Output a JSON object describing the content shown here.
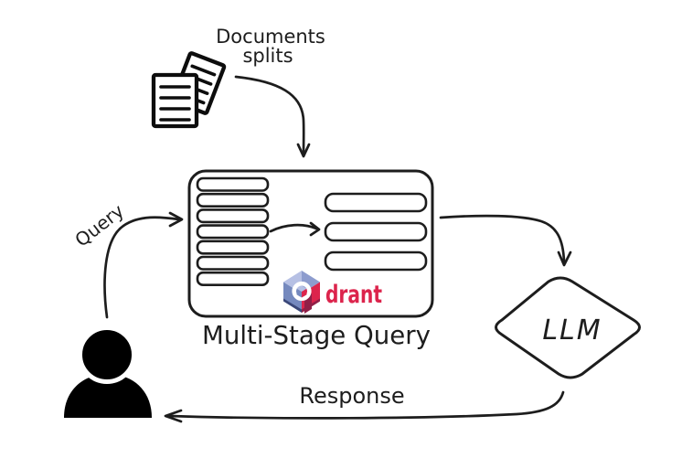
{
  "diagram": {
    "labels": {
      "documents_line1": "Documents",
      "documents_line2": "splits",
      "query": "Query",
      "box_caption": "Multi-Stage Query",
      "llm": "LLM",
      "response": "Response"
    },
    "qdrant": {
      "wordmark": "drant"
    },
    "store_box": {
      "left_bars": 7,
      "right_bars": 3
    },
    "colors": {
      "ink": "#1d1d1d",
      "icon_black": "#000000",
      "qdrant_red": "#DC244C",
      "qdrant_blue": "#7589BE",
      "qdrant_blue_light": "#B6C0E4",
      "qdrant_blue_mid": "#8D9CCE",
      "qdrant_maroon": "#8F1F47",
      "qdrant_navy": "#3A4778"
    }
  }
}
